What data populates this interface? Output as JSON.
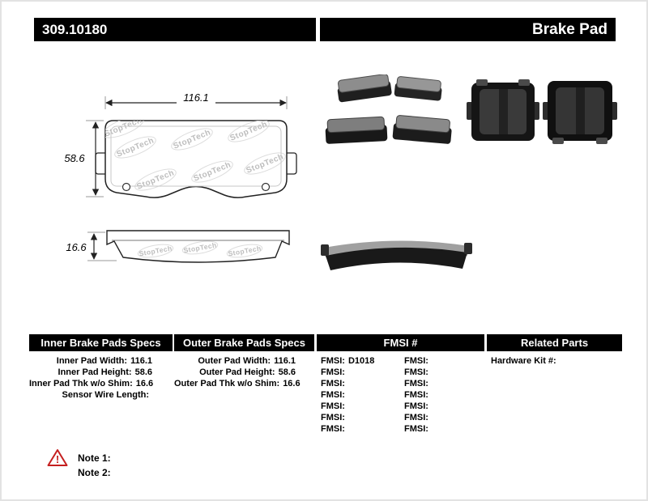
{
  "colors": {
    "bar_bg": "#000000",
    "bar_text": "#ffffff",
    "warning_red": "#c51f1f"
  },
  "header": {
    "part_number": "309.10180",
    "title": "Brake Pad"
  },
  "diagram": {
    "watermark": "StopTech",
    "width": "116.1",
    "height": "58.6",
    "thickness": "16.6"
  },
  "specs": {
    "inner": {
      "header": "Inner Brake Pads Specs",
      "rows": [
        {
          "label": "Inner Pad Width:",
          "value": "116.1"
        },
        {
          "label": "Inner Pad Height:",
          "value": "58.6"
        },
        {
          "label": "Inner Pad Thk w/o Shim:",
          "value": "16.6"
        },
        {
          "label": "Sensor Wire Length:",
          "value": ""
        }
      ]
    },
    "outer": {
      "header": "Outer Brake Pads Specs",
      "rows": [
        {
          "label": "Outer Pad Width:",
          "value": "116.1"
        },
        {
          "label": "Outer Pad Height:",
          "value": "58.6"
        },
        {
          "label": "Outer Pad Thk w/o Shim:",
          "value": "16.6"
        }
      ]
    },
    "fmsi": {
      "header": "FMSI #",
      "col1": [
        {
          "label": "FMSI:",
          "value": "D1018"
        },
        {
          "label": "FMSI:",
          "value": ""
        },
        {
          "label": "FMSI:",
          "value": ""
        },
        {
          "label": "FMSI:",
          "value": ""
        },
        {
          "label": "FMSI:",
          "value": ""
        },
        {
          "label": "FMSI:",
          "value": ""
        },
        {
          "label": "FMSI:",
          "value": ""
        }
      ],
      "col2": [
        {
          "label": "FMSI:",
          "value": ""
        },
        {
          "label": "FMSI:",
          "value": ""
        },
        {
          "label": "FMSI:",
          "value": ""
        },
        {
          "label": "FMSI:",
          "value": ""
        },
        {
          "label": "FMSI:",
          "value": ""
        },
        {
          "label": "FMSI:",
          "value": ""
        },
        {
          "label": "FMSI:",
          "value": ""
        }
      ]
    },
    "related": {
      "header": "Related Parts",
      "rows": [
        {
          "label": "Hardware Kit #:",
          "value": ""
        }
      ]
    }
  },
  "notes": {
    "warning_symbol": "!",
    "items": [
      "Note 1:",
      "Note 2:"
    ]
  }
}
